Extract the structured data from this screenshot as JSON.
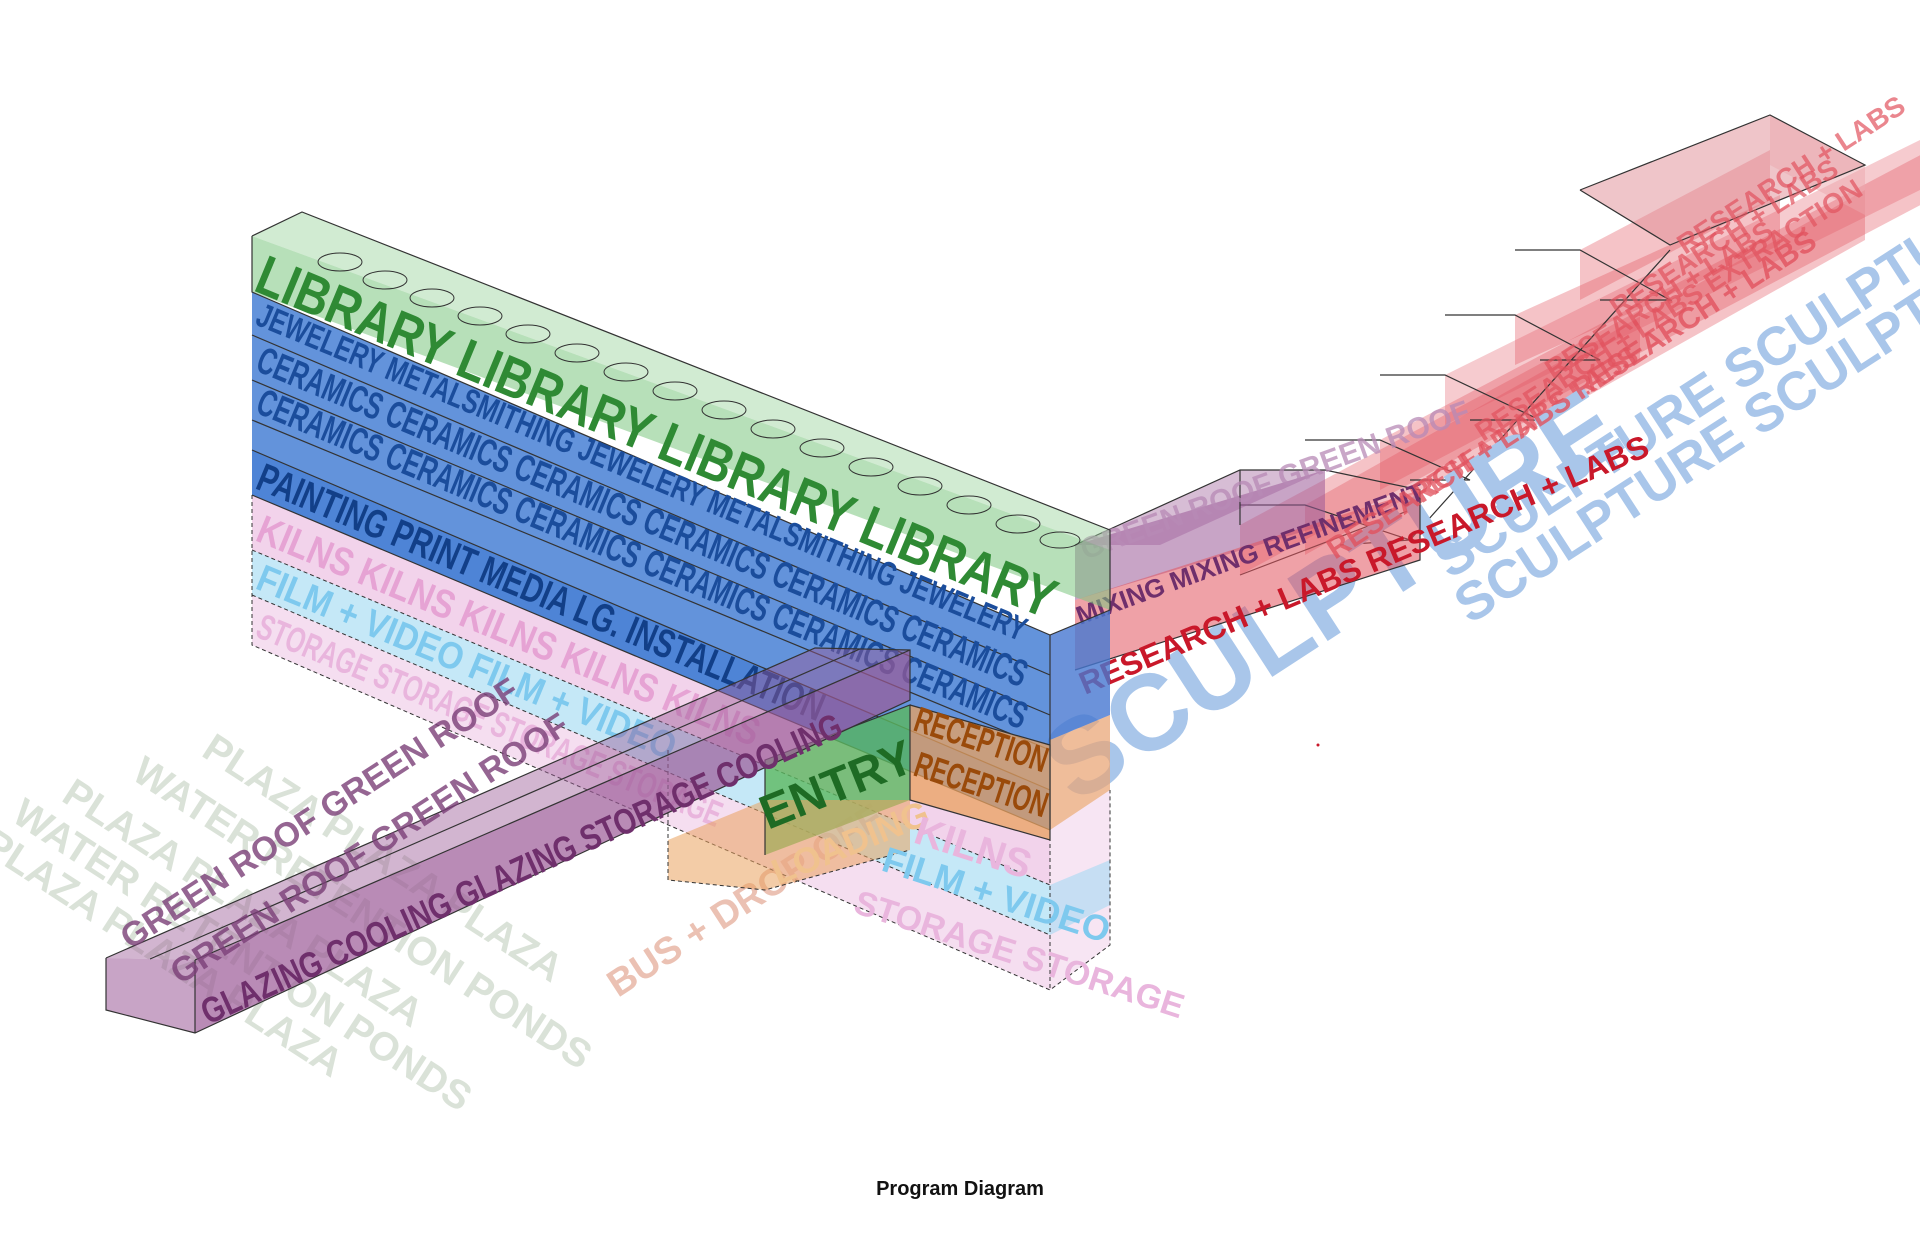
{
  "caption": "Program Diagram",
  "colors": {
    "library": "#7cc77f",
    "studio_blue": "#2f6fcf",
    "kilns_pink": "#e9b5dd",
    "film_cyan": "#9fd8f2",
    "green_roof_purple": "#9b5a97",
    "reception_orange": "#e9a25f",
    "entry_green": "#5bb85f",
    "research_red": "#e2535f",
    "sculpture_blue": "#a9c6ea",
    "plaza_ghost": "#cfd9cc",
    "bus_ghost": "#e8b7a6"
  },
  "labels": {
    "library": "LIBRARY LIBRARY LIBRARY LIBRARY",
    "jewelry": "JEWELERY METALSMITHING JEWELERY METALSMITHING JEWELERY",
    "ceramics1": "CERAMICS CERAMICS CERAMICS CERAMICS CERAMICS CERAMICS",
    "ceramics2": "CERAMICS CERAMICS CERAMICS CERAMICS CERAMICS CERAMICS",
    "painting": "PAINTING PRINT MEDIA LG. INSTALLATION",
    "kilns": "KILNS KILNS KILNS KILNS KILNS",
    "film": "FILM + VIDEO FILM + VIDEO",
    "storage": "STORAGE STORAGE STORAGE STORAGE",
    "wing_top": "GREEN ROOF GREEN ROOF",
    "wing_mid": "GREEN ROOF GREEN ROOF",
    "wing_front": "GLAZING COOLING GLAZING STORAGE COOLING",
    "reception1": "RECEPTION",
    "reception2": "RECEPTION",
    "entry": "ENTRY",
    "loading": "LOADING",
    "kilns_front": "KILNS",
    "film_front": "FILM + VIDEO",
    "storage_front": "STORAGE STORAGE",
    "bus": "BUS + DROP OFF",
    "bridge_top": "GREEN ROOF GREEN ROOF",
    "bridge_front": "MIXING MIXING REFINEMENT",
    "research_bridge": "RESEARCH + LABS RESEARCH + LABS",
    "research_side": "RESEARCH + LABS RESEARCH + LABS",
    "research_mid": "RESEARCH + LABS",
    "research_step1": "RESEARCH + LABS",
    "research_step2": "RESEARCH + LABS",
    "research_step3": "RESEARCH + LABS",
    "research_step4": "RESEARCH + LABS EXTRACTION",
    "sculpture_big": "SCULPTURE",
    "sculpture_line1": "SCULPTURE SCULPTURE SCULPTURE",
    "sculpture_line2": "SCULPTURE SCULPTURE SCULPTURE",
    "plaza1": "PLAZA PLAZA PLAZA",
    "plaza2": "WATER RETENTION PONDS",
    "plaza3": "PLAZA PLAZA PLAZA",
    "plaza4": "WATER RETENTION PONDS",
    "plaza5": "PLAZA PLAZA PLAZA"
  }
}
